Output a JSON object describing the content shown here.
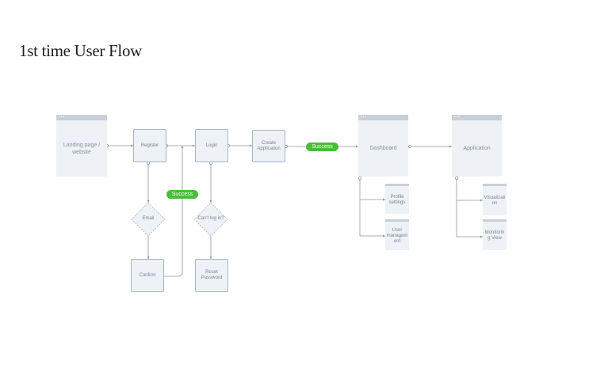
{
  "title": "1st time User Flow",
  "nodes": {
    "landing": "Landing page / website",
    "register": "Register",
    "login": "Login",
    "create_app": "Create Application",
    "dashboard": "Dashboard",
    "application": "Application",
    "email": "Email",
    "cant_login": "Can't log in?",
    "confirm": "Confirm",
    "reset_password": "Reset Password",
    "profile_settings": "Profile settings",
    "user_management": "User managem ent",
    "visualization": "Visualizati on",
    "monitoring": "Monitorin g View"
  },
  "labels": {
    "success_1": "Success",
    "success_2": "Success"
  },
  "colors": {
    "success": "#4cbb3d",
    "node_fill": "#eef1f5",
    "node_border": "#a9b3c0",
    "connector": "#8d96a3"
  },
  "icons": {
    "window_dots": "•••"
  }
}
